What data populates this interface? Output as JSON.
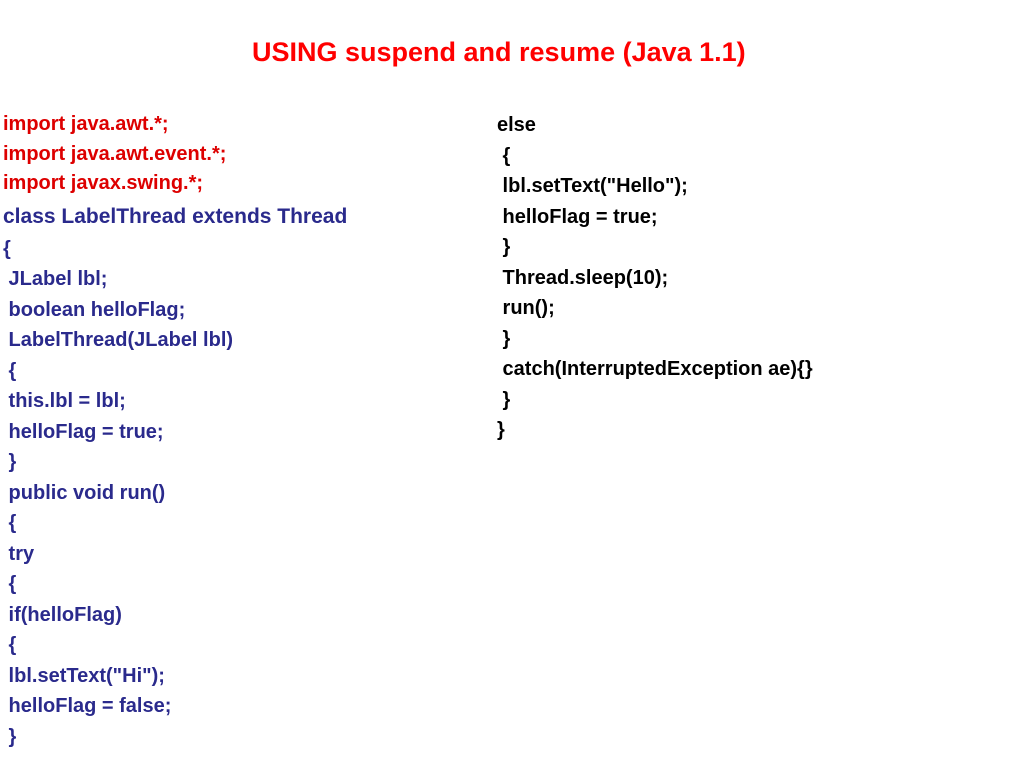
{
  "colors": {
    "title": "#ff0000",
    "imports": "#dd0000",
    "code_left": "#2a2a8c",
    "code_right": "#000000",
    "background": "#ffffff"
  },
  "slide": {
    "title": "USING suspend and resume (Java 1.1)"
  },
  "left_code": {
    "imports": [
      "import java.awt.*;",
      "import java.awt.event.*;",
      "import javax.swing.*;"
    ],
    "class_decl": "class LabelThread extends Thread",
    "body": [
      "{",
      " JLabel lbl;",
      " boolean helloFlag;",
      " LabelThread(JLabel lbl)",
      " {",
      " this.lbl = lbl;",
      " helloFlag = true;",
      " }",
      " public void run()",
      " {",
      " try",
      " {",
      " if(helloFlag)",
      " {",
      " lbl.setText(\"Hi\");",
      " helloFlag = false;",
      " }"
    ]
  },
  "right_code": {
    "lines": [
      "else",
      " {",
      " lbl.setText(\"Hello\");",
      " helloFlag = true;",
      " }",
      " Thread.sleep(10);",
      " run();",
      " }",
      " catch(InterruptedException ae){}",
      " }",
      "}"
    ]
  }
}
